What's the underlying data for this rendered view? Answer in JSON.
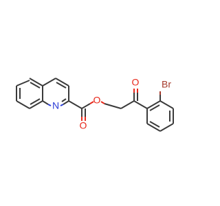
{
  "molecule": {
    "atom_labels": {
      "nitrogen": "N",
      "ester_oxygen": "O",
      "carbonyl_oxygen_ester": "O",
      "ketone_oxygen": "O",
      "bromine": "Br"
    },
    "colors": {
      "bond": "#3a3a3a",
      "nitrogen": "#2a3bd6",
      "oxygen": "#e8271a",
      "bromine": "#a5392a",
      "background": "#ffffff"
    }
  }
}
